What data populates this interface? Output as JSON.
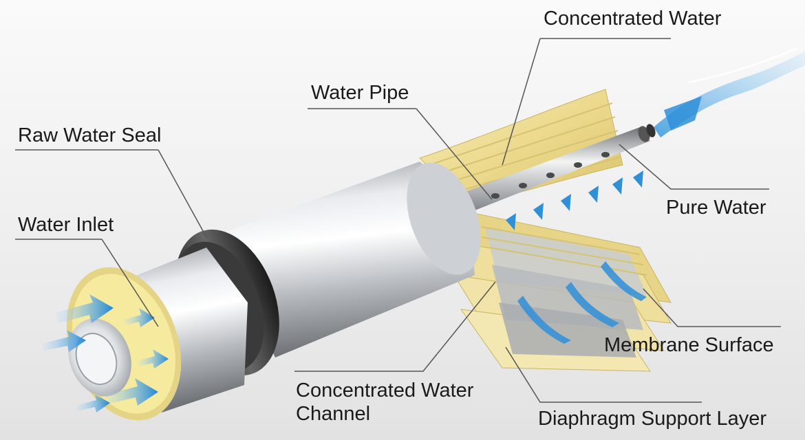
{
  "labels": {
    "concentrated_water": "Concentrated Water",
    "water_pipe": "Water Pipe",
    "raw_water_seal": "Raw Water Seal",
    "water_inlet": "Water Inlet",
    "pure_water": "Pure Water",
    "membrane_surface": "Membrane Surface",
    "concentrated_water_channel_line1": "Concentrated Water",
    "concentrated_water_channel_line2": "Channel",
    "diaphragm_support_layer": "Diaphragm Support Layer"
  },
  "colors": {
    "background": "#f2f2f2",
    "housing_silver": "#c9ccd0",
    "seal_ring": "#333333",
    "membrane_yellow": "#f2e3a1",
    "flow_arrow_blue": "#2f8fd8",
    "leader_line": "#555555"
  }
}
